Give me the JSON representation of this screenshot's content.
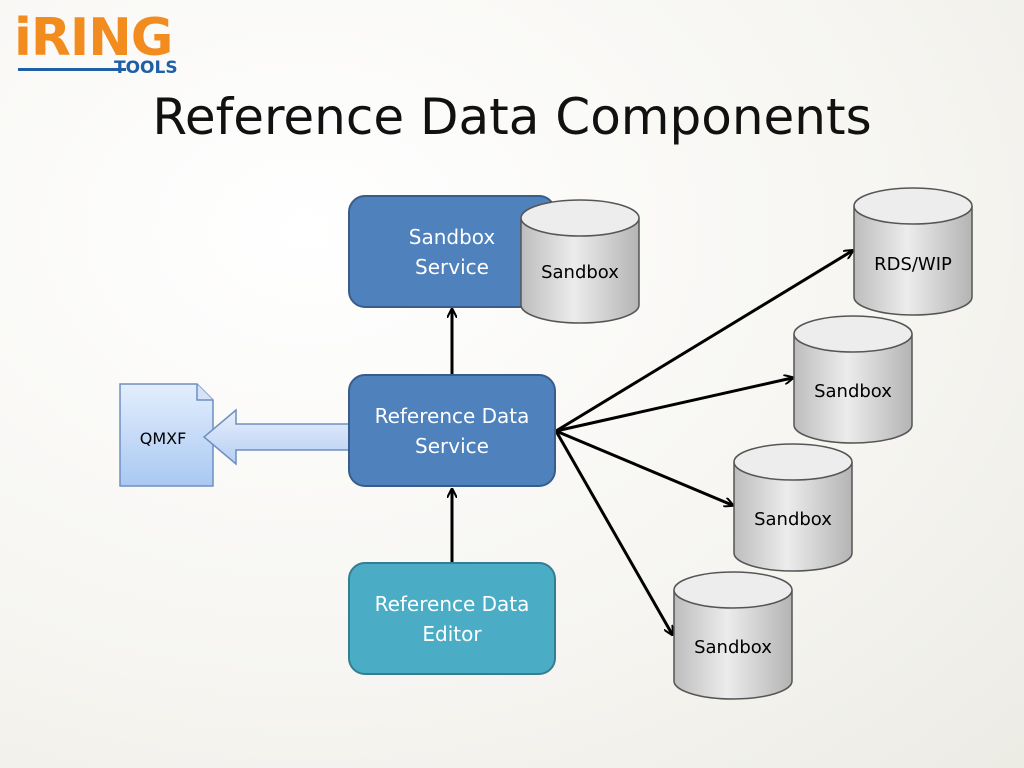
{
  "logo": {
    "main": "iRING",
    "sub": "TOOLS"
  },
  "title": "Reference Data Components",
  "nodes": {
    "sandbox_service": [
      "Sandbox",
      "Service"
    ],
    "reference_data_service": [
      "Reference Data",
      "Service"
    ],
    "reference_data_editor": [
      "Reference Data",
      "Editor"
    ],
    "qmxf": "QMXF",
    "sandbox_top": "Sandbox",
    "rds_wip": "RDS/WIP",
    "sandbox_1": "Sandbox",
    "sandbox_2": "Sandbox",
    "sandbox_3": "Sandbox"
  },
  "colors": {
    "service_fill": "#4f81bd",
    "service_stroke": "#385d8a",
    "editor_fill": "#4bacc6",
    "editor_stroke": "#357d91",
    "cylinder_fill": "#dcdcdc",
    "doc_fill": "#c6dcfb",
    "arrow": "#000000"
  }
}
